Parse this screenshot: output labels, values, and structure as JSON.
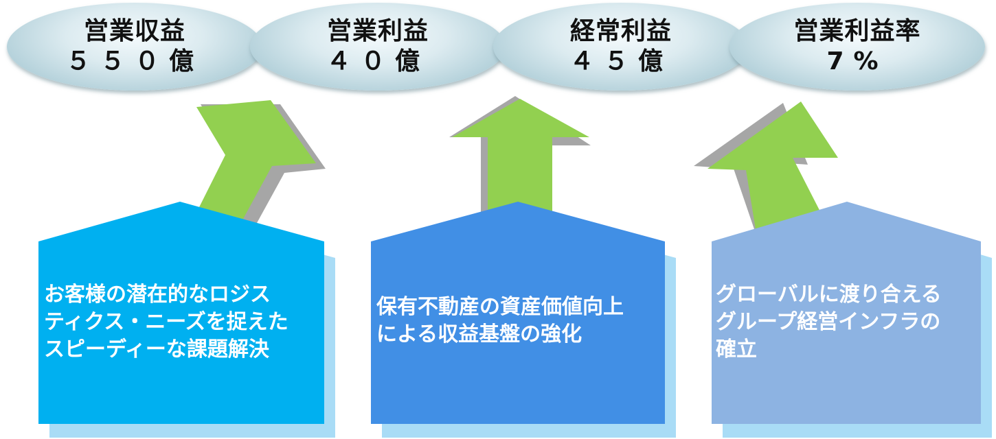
{
  "targets": [
    {
      "label": "営業収益",
      "value": "５５０億"
    },
    {
      "label": "営業利益",
      "value": "４０億"
    },
    {
      "label": "経常利益",
      "value": "４５億"
    },
    {
      "label": "営業利益率",
      "value": "7%"
    }
  ],
  "strategies": [
    {
      "lines": [
        "お客様の潜在的なロジス",
        "ティクス・ニーズを捉えた",
        "スピーディーな課題解決"
      ]
    },
    {
      "lines": [
        "保有不動産の資産価値向上",
        "による収益基盤の強化"
      ]
    },
    {
      "lines": [
        "グローバルに渡り合える",
        "グループ経営インフラの",
        "確立"
      ]
    }
  ],
  "colors": {
    "arrow": "#92d050",
    "arrow_shadow": "#a6a6a6",
    "house_1": "#00b0f0",
    "house_2": "#418fe5",
    "house_3": "#8db3e2",
    "house_shadow": "#a9dcf6"
  }
}
